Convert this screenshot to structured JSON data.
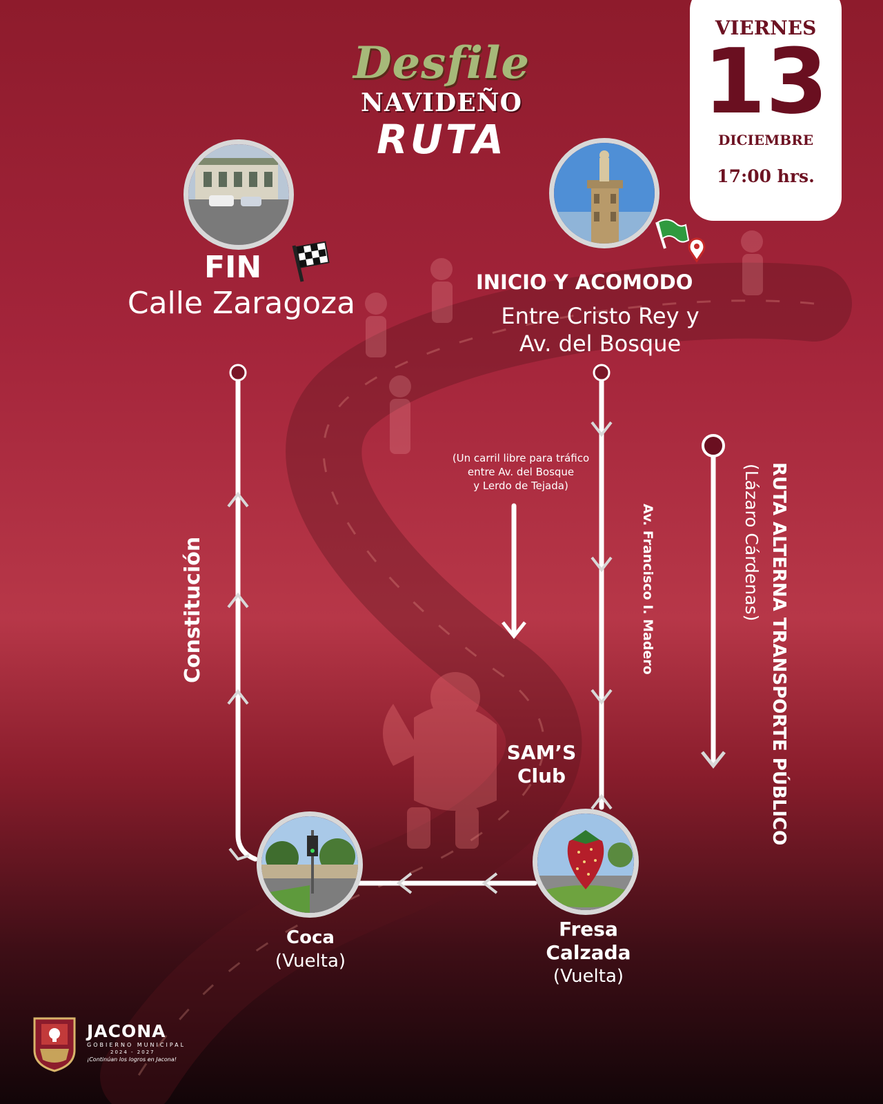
{
  "title": {
    "line1": "Desfile",
    "line2": "NAVIDEÑO",
    "line3": "RUTA"
  },
  "date_card": {
    "weekday": "VIERNES",
    "day": "13",
    "month": "DICIEMBRE",
    "time": "17:00 hrs."
  },
  "finish": {
    "label": "FIN",
    "street": "Calle Zaragoza"
  },
  "start": {
    "label": "INICIO Y ACOMODO",
    "line1": "Entre Cristo Rey y",
    "line2": "Av. del Bosque"
  },
  "traffic_note": {
    "line1": "(Un carril libre para tráfico",
    "line2": "entre Av. del Bosque",
    "line3": "y Lerdo de Tejada)"
  },
  "streets": {
    "madero": "Av. Francisco I. Madero",
    "constitucion": "Constitución"
  },
  "alt_route": {
    "title": "RUTA ALTERNA TRANSPORTE PÚBLICO",
    "street": "(Lázaro Cárdenas)"
  },
  "landmarks": {
    "sams": {
      "line1": "SAM’S",
      "line2": "Club"
    },
    "coca": {
      "name": "Coca",
      "note": "(Vuelta)"
    },
    "fresa": {
      "line1": "Fresa",
      "line2": "Calzada",
      "note": "(Vuelta)"
    }
  },
  "footer": {
    "brand": "JACONA",
    "gov": "GOBIERNO MUNICIPAL",
    "years": "2024 - 2027",
    "slogan": "¡Continúan los logros en Jacona!"
  },
  "colors": {
    "brand": "#6a0f20",
    "route": "#ffffff",
    "title_green": "#a6b979",
    "marker": "#6a0f20"
  }
}
